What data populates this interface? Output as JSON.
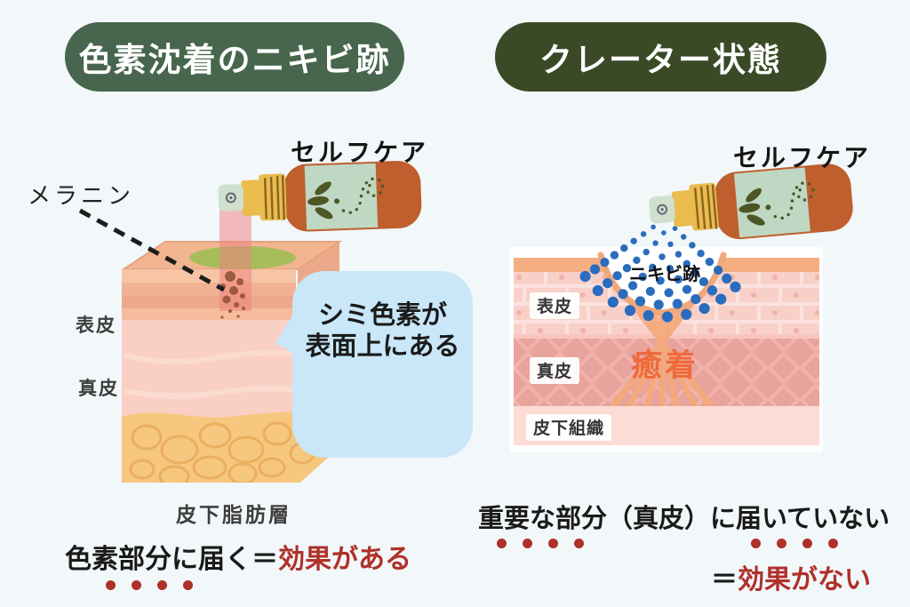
{
  "left": {
    "header": "色素沈着のニキビ跡",
    "selfcare": "セルフケア",
    "melanin": "メラニン",
    "epidermis": "表皮",
    "dermis": "真皮",
    "fat_layer": "皮下脂肪層",
    "bubble_line1": "シミ色素が",
    "bubble_line2": "表面上にある",
    "caption_black": "色素部分に届く＝",
    "caption_red": "効果がある"
  },
  "right": {
    "header": "クレーター状態",
    "selfcare": "セルフケア",
    "scar": "ニキビ跡",
    "epidermis": "表皮",
    "dermis": "真皮",
    "subcutaneous": "皮下組織",
    "adhesion": "癒着",
    "caption": "重要な部分（真皮）に届いていない",
    "equals": "＝",
    "caption_red": "効果がない"
  },
  "colors": {
    "background": "#f2f7f9",
    "header_left_bg": "#47664d",
    "header_right_bg": "#3a4a27",
    "header_text": "#ffffff",
    "accent_red": "#b0302a",
    "adhesion_orange": "#ee6a3c",
    "spray_blue": "#2a6cbd",
    "beam_pink": "#ef8080",
    "bubble_blue": "#c9e7f8",
    "bottle_body": "#bf5f2e",
    "bottle_label": "#bed8c3",
    "bottle_cap": "#eabc4e",
    "skin_surface": "#f5ae80",
    "epidermis_pink": "#f8d0c8",
    "dermis_rose": "#e8a39d",
    "hypodermis_pink": "#fcdcd4",
    "fat_yellow": "#f6c77e",
    "melanin_brown": "#9c5b3b",
    "spot_green": "#a7bd5c"
  }
}
